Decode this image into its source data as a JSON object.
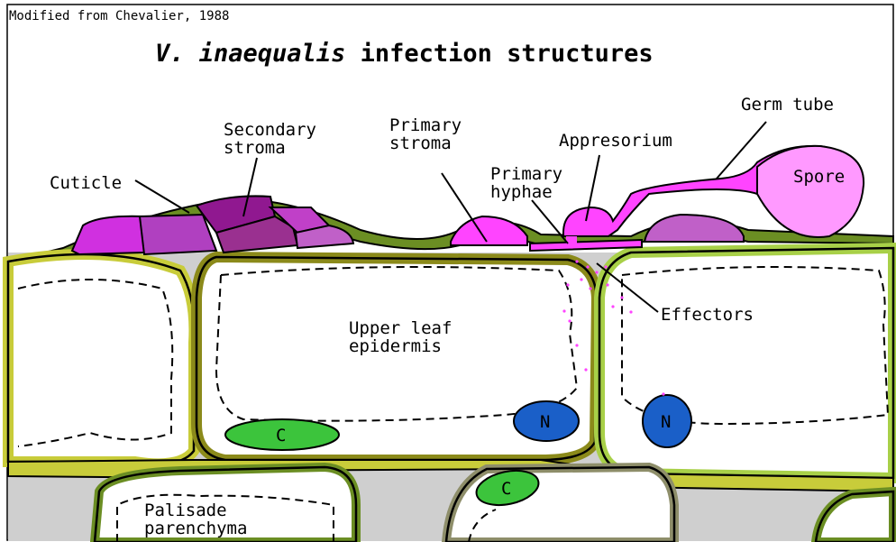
{
  "credit": "Modified from Chevalier, 1988",
  "title": {
    "italic_part": "V. inaequalis",
    "rest": " infection structures"
  },
  "labels": {
    "cuticle": "Cuticle",
    "secondary_stroma_1": "Secondary",
    "secondary_stroma_2": "stroma",
    "primary_stroma_1": "Primary",
    "primary_stroma_2": "stroma",
    "appresorium": "Appresorium",
    "germ_tube": "Germ tube",
    "spore": "Spore",
    "primary_hyphae_1": "Primary",
    "primary_hyphae_2": "hyphae",
    "effectors": "Effectors",
    "upper_leaf_1": "Upper leaf",
    "upper_leaf_2": "epidermis",
    "palisade_1": "Palisade",
    "palisade_2": "parenchyma",
    "chloroplast": "C",
    "nucleus": "N"
  },
  "colors": {
    "cell_wall_green": "#6b8e23",
    "cell_wall_olive": "#8b8a1a",
    "cell_wall_yellow": "#c8cc3a",
    "chloroplast": "#3cc43c",
    "nucleus": "#1a5fc8",
    "fungus_magenta": "#ff44ff",
    "fungus_purple": "#b040c0",
    "fungus_dark_purple": "#901890",
    "spore_pink": "#ff99ff",
    "intercellular_gray": "#cfcfcf"
  }
}
